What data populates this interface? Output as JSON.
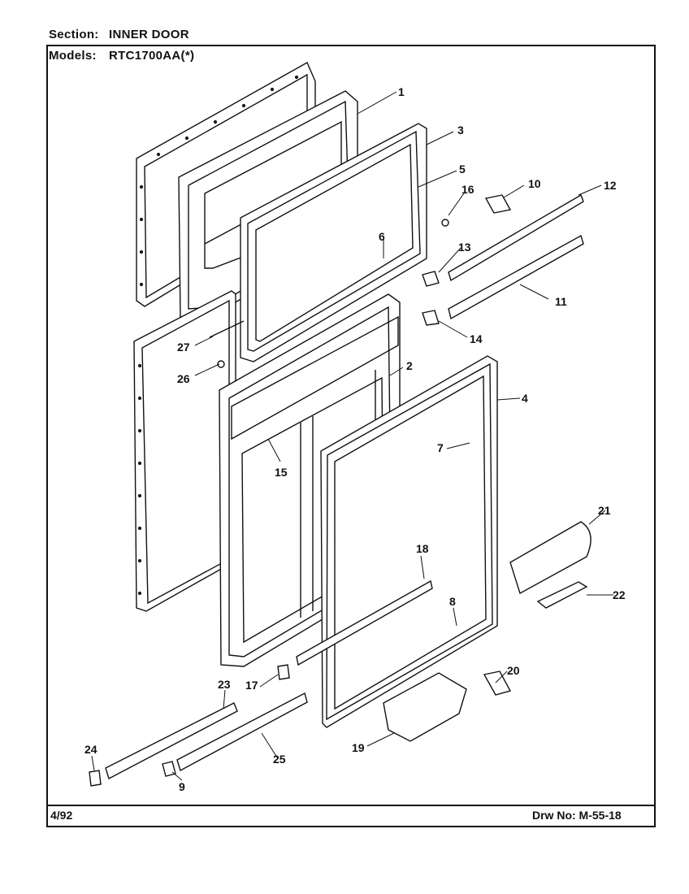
{
  "header": {
    "section_label": "Section:",
    "section_value": "INNER DOOR",
    "models_label": "Models:",
    "models_value": "RTC1700AA(*)"
  },
  "footer": {
    "date": "4/92",
    "drawing_number": "Drw No: M-55-18"
  },
  "callouts": [
    "1",
    "2",
    "3",
    "4",
    "5",
    "6",
    "7",
    "8",
    "9",
    "10",
    "11",
    "12",
    "13",
    "14",
    "15",
    "16",
    "17",
    "18",
    "19",
    "20",
    "21",
    "22",
    "23",
    "24",
    "25",
    "26",
    "27"
  ]
}
